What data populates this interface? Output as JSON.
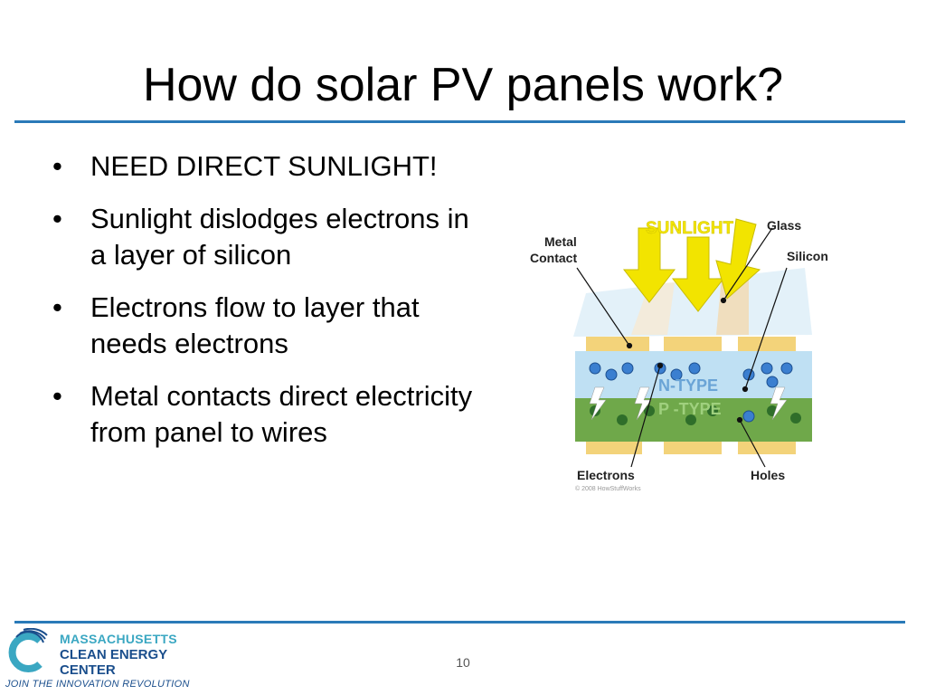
{
  "slide": {
    "title": "How do solar PV panels work?",
    "page_number": "10"
  },
  "bullets": [
    {
      "marker": "•",
      "text": "NEED DIRECT SUNLIGHT!"
    },
    {
      "marker": "•",
      "text": "Sunlight dislodges electrons in a layer of silicon"
    },
    {
      "marker": "•",
      "text": "Electrons flow to layer that needs electrons"
    },
    {
      "marker": "•",
      "text": "Metal contacts direct electricity from panel to wires"
    }
  ],
  "diagram": {
    "sunlight": "SUNLIGHT",
    "glass": "Glass",
    "metal_contact_1": "Metal",
    "metal_contact_2": "Contact",
    "silicon": "Silicon",
    "n_type": "N-TYPE",
    "p_type": "P -TYPE",
    "electrons": "Electrons",
    "holes": "Holes",
    "copyright": "© 2008 HowStuffWorks"
  },
  "logo": {
    "line1": "MASSACHUSETTS",
    "line2": "CLEAN ENERGY",
    "line3": "CENTER",
    "tagline": "JOIN THE INNOVATION REVOLUTION"
  },
  "colors": {
    "rule": "#2a7ab8",
    "sunlight_arrow": "#f2e400",
    "n_layer": "#bfe0f3",
    "p_layer": "#6fa84a",
    "metal": "#f3d37a"
  }
}
